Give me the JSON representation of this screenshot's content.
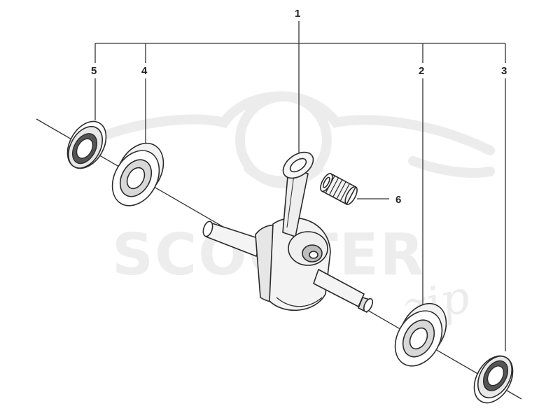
{
  "watermark": {
    "brand": "SCOOTER",
    "script": "zip"
  },
  "callouts": {
    "c1": "1",
    "c2": "2",
    "c3": "3",
    "c4": "4",
    "c5": "5",
    "c6": "6"
  },
  "colors": {
    "line": "#2a2a2a",
    "part_fill": "#f2f2f2",
    "part_shade": "#bdbdbd",
    "dark": "#4a4a4a",
    "watermark": "#ececec"
  }
}
